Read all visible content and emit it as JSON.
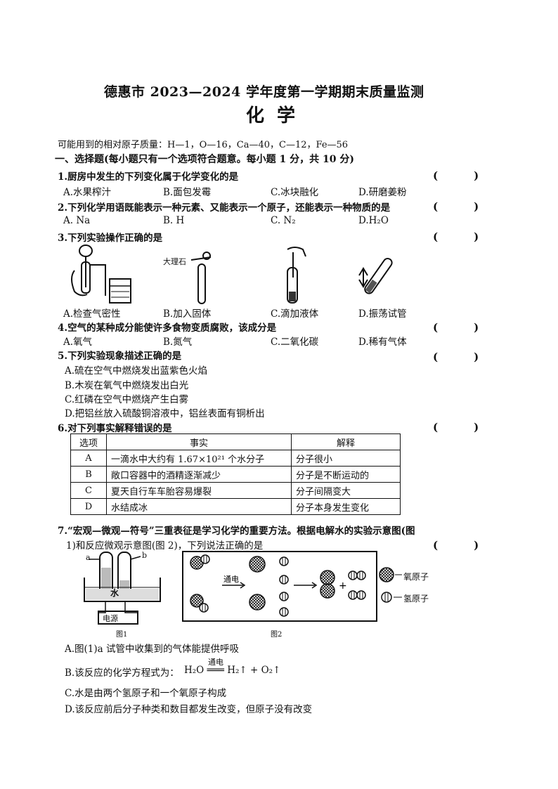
{
  "header": {
    "title": "德惠市 2023—2024 学年度第一学期期末质量监测",
    "subject": "化学",
    "atomic_masses": "可能用到的相对原子质量：H—1，O—16，Ca—40，C—12，Fe—56"
  },
  "section1": {
    "heading": "一、选择题(每小题只有一个选项符合题意。每小题 1 分，共 10 分)"
  },
  "paren": "(　)",
  "q1": {
    "stem": "1.厨房中发生的下列变化属于化学变化的是",
    "options": [
      "A.水果榨汁",
      "B.面包发霉",
      "C.冰块融化",
      "D.研磨姜粉"
    ]
  },
  "q2": {
    "stem": "2.下列化学用语既能表示一种元素、又能表示一个原子，还能表示一种物质的是",
    "options": [
      "A. Na",
      "B. H",
      "C. N₂",
      "D.H₂O"
    ]
  },
  "q3": {
    "stem": "3.下列实验操作正确的是",
    "image_label_marble": "大理石",
    "options": [
      "A.检查气密性",
      "B.加入固体",
      "C.滴加液体",
      "D.振荡试管"
    ]
  },
  "q4": {
    "stem": "4.空气的某种成分能使许多食物变质腐败，该成分是",
    "options": [
      "A.氧气",
      "B.氮气",
      "C.二氧化碳",
      "D.稀有气体"
    ]
  },
  "q5": {
    "stem": "5.下列实验现象描述正确的是",
    "options": [
      "A.硫在空气中燃烧发出蓝紫色火焰",
      "B.木炭在氧气中燃烧发出白光",
      "C.红磷在空气中燃烧产生白雾",
      "D.把铝丝放入硫酸铜溶液中，铝丝表面有铜析出"
    ]
  },
  "q6": {
    "stem": "6.对下列事实解释错误的是",
    "table": {
      "headers": [
        "选项",
        "事实",
        "解释"
      ],
      "rows": [
        [
          "A",
          "一滴水中大约有 1.67×10²¹ 个水分子",
          "分子很小"
        ],
        [
          "B",
          "敞口容器中的酒精逐渐减少",
          "分子是不断运动的"
        ],
        [
          "C",
          "夏天自行车车胎容易爆裂",
          "分子间隔变大"
        ],
        [
          "D",
          "水结成冰",
          "分子本身发生变化"
        ]
      ]
    }
  },
  "q7": {
    "stem_line1": "7.“宏观—微观—符号”三重表征是学习化学的重要方法。根据电解水的实验示意图(图",
    "stem_line2": "1)和反应微观示意图(图 2)，下列说法正确的是",
    "fig1": {
      "label_a": "a",
      "label_b": "b",
      "water": "水",
      "power": "电源",
      "caption": "图1"
    },
    "fig2": {
      "condition": "通电",
      "caption": "图2",
      "legend_o": "氧原子",
      "legend_h": "氢原子"
    },
    "options": {
      "A": "A.图(1)a 试管中收集到的气体能提供呼吸",
      "B_prefix": "B.该反应的化学方程式为：",
      "B_condition": "通电",
      "B_equation": "H₂O ═══ H₂↑ + O₂↑",
      "C": "C.水是由两个氢原子和一个氧原子构成",
      "D": "D.该反应前后分子种类和数目都发生改变，但原子没有改变"
    }
  }
}
